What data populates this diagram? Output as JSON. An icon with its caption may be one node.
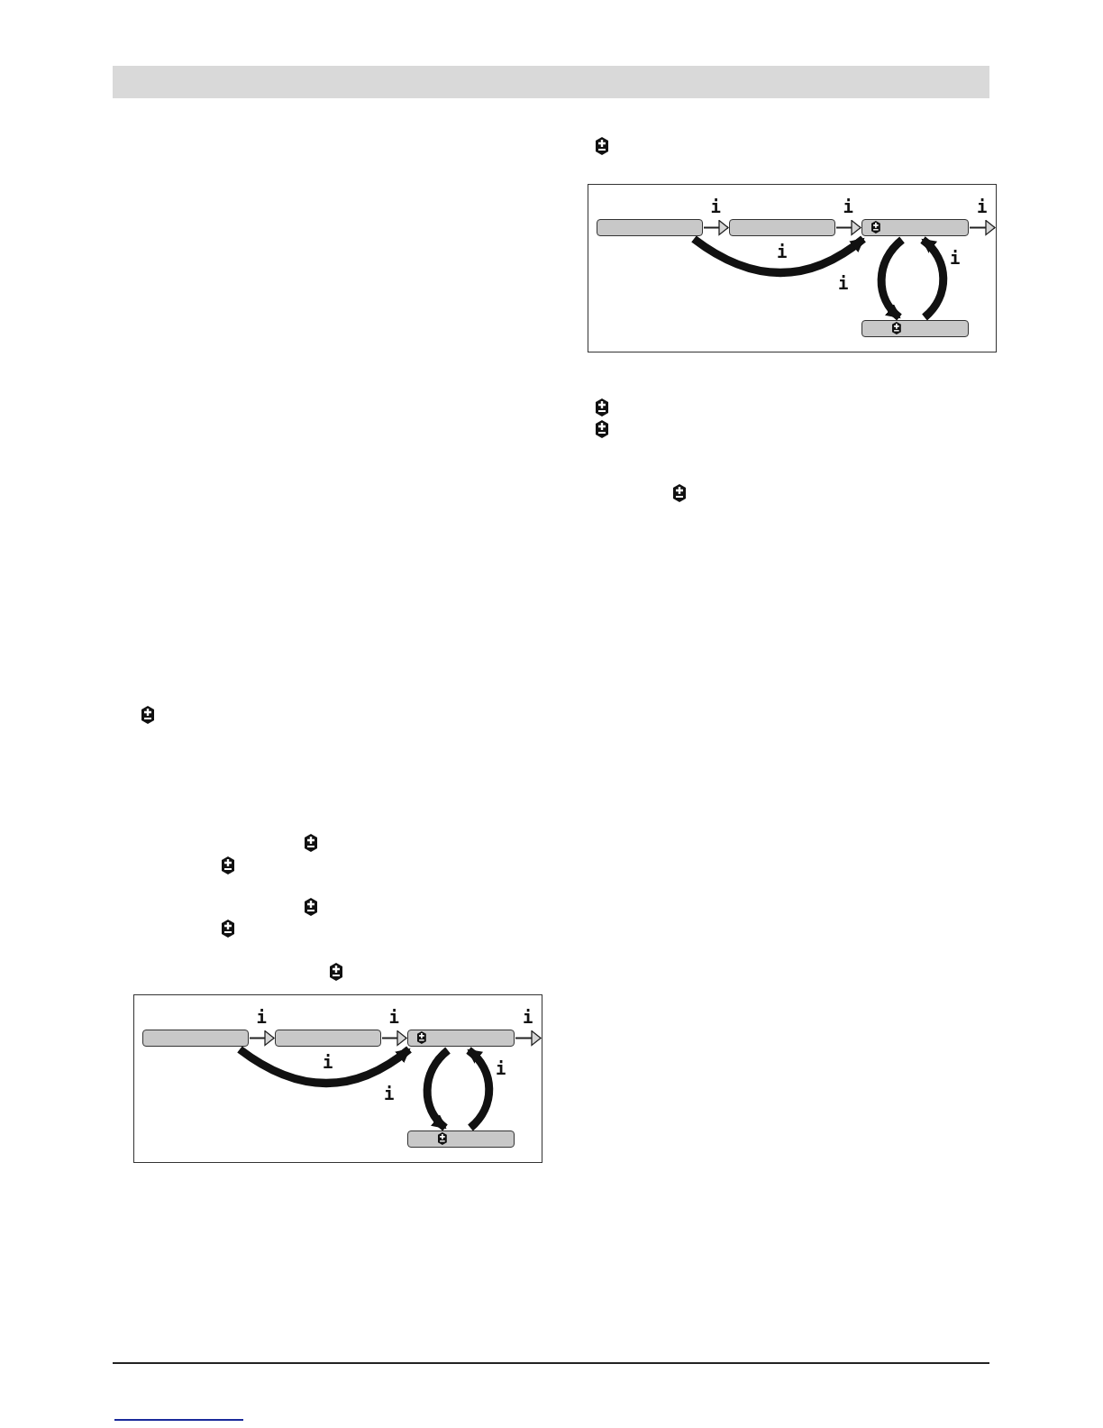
{
  "diagram": {
    "nodes": [
      {
        "text": [],
        "shape": "box"
      },
      {
        "text": [],
        "shape": "box",
        "in": 0
      },
      {
        "text": [],
        "shape": "box",
        "in": 0
      },
      {
        "text": [],
        "shape": "box",
        "in": 0
      },
      {
        "text": [],
        "shape": "box",
        "in": 0
      },
      {
        "text": [],
        "shape": "box"
      },
      {
        "text": [],
        "shape": "box",
        "in": 5
      },
      {
        "text": [],
        "shape": "box",
        "in": 5
      },
      {
        "text": [],
        "shape": "box",
        "in": 5
      },
      {
        "text": [],
        "shape": "box",
        "in": 5
      }
    ],
    "edges": [
      {
        "from": 1,
        "to": 2,
        "arrow": "to",
        "label": "i"
      },
      {
        "from": 2,
        "to": 3,
        "arrow": "to",
        "label": "i"
      },
      {
        "from": 3,
        "to": null,
        "arrow": "to",
        "label": "i"
      },
      {
        "from": 1,
        "to": 3,
        "arrow": "to",
        "label": "i",
        "style": "thick"
      },
      {
        "from": 3,
        "to": 4,
        "arrow": "to",
        "label": "i",
        "style": "thick"
      },
      {
        "from": 4,
        "to": 3,
        "arrow": "to",
        "label": "i",
        "style": "thick"
      },
      {
        "from": 6,
        "to": 7,
        "arrow": "to",
        "label": "i"
      },
      {
        "from": 7,
        "to": 8,
        "arrow": "to",
        "label": "i"
      },
      {
        "from": 8,
        "to": null,
        "arrow": "to",
        "label": "i"
      },
      {
        "from": 6,
        "to": 8,
        "arrow": "to",
        "label": "i",
        "style": "thick"
      },
      {
        "from": 8,
        "to": 9,
        "arrow": "to",
        "label": "i",
        "style": "thick"
      },
      {
        "from": 9,
        "to": 8,
        "arrow": "to",
        "label": "i",
        "style": "thick"
      }
    ]
  }
}
